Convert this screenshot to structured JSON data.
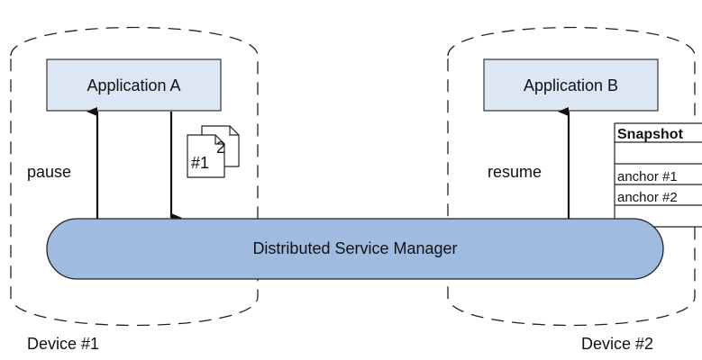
{
  "device1": {
    "label": "Device #1"
  },
  "device2": {
    "label": "Device #2"
  },
  "app_a": {
    "label": "Application A"
  },
  "app_b": {
    "label": "Application B"
  },
  "manager": {
    "label": "Distributed Service Manager"
  },
  "arrows": {
    "pause": "pause",
    "resume": "resume"
  },
  "documents": {
    "front": "#1",
    "back": "2"
  },
  "snapshot": {
    "title": "Snapshot",
    "rows": [
      "",
      "anchor #1",
      "anchor #2"
    ]
  },
  "colors": {
    "box_fill": "#dde6f3",
    "manager_fill": "#9fbbe0",
    "stroke": "#222222"
  }
}
